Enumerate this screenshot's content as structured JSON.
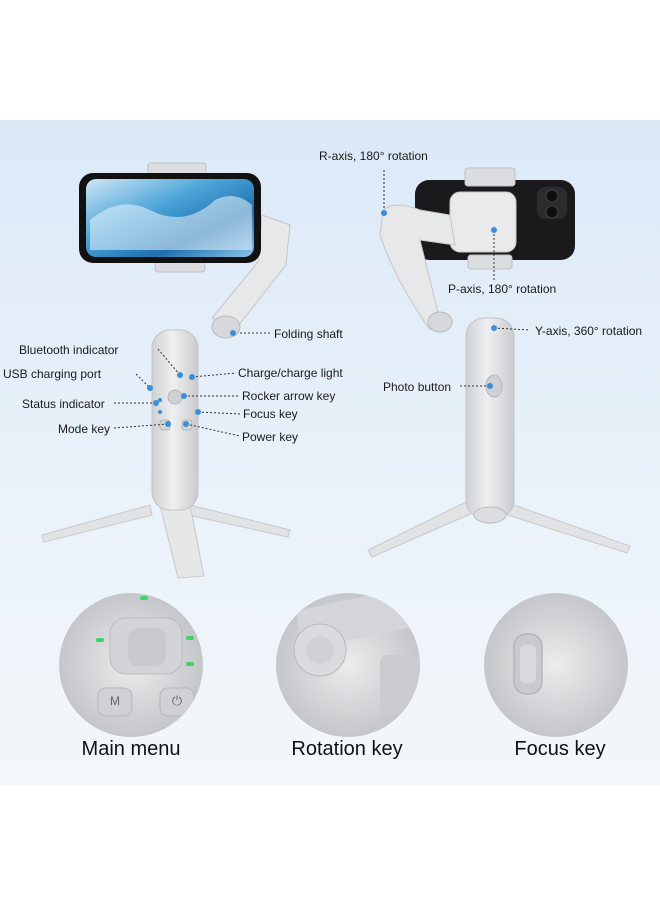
{
  "left_labels": {
    "bluetooth": "Bluetooth indicator",
    "usb": "USB charging port",
    "status": "Status indicator",
    "mode": "Mode key",
    "folding": "Folding shaft",
    "charge": "Charge/charge light",
    "rocker": "Rocker arrow key",
    "focus": "Focus key",
    "power": "Power key"
  },
  "right_labels": {
    "r_axis": "R-axis, 180° rotation",
    "p_axis": "P-axis, 180° rotation",
    "y_axis": "Y-axis, 360°  rotation",
    "photo": "Photo button"
  },
  "captions": {
    "main_menu": "Main menu",
    "rotation_key": "Rotation key",
    "focus_key": "Focus key"
  },
  "badges": {
    "mode": "M",
    "power": "⏻"
  },
  "colors": {
    "accent_dot": "#3b8fd9",
    "body": "#e4e5e7",
    "led_green": "#3ed46a"
  }
}
